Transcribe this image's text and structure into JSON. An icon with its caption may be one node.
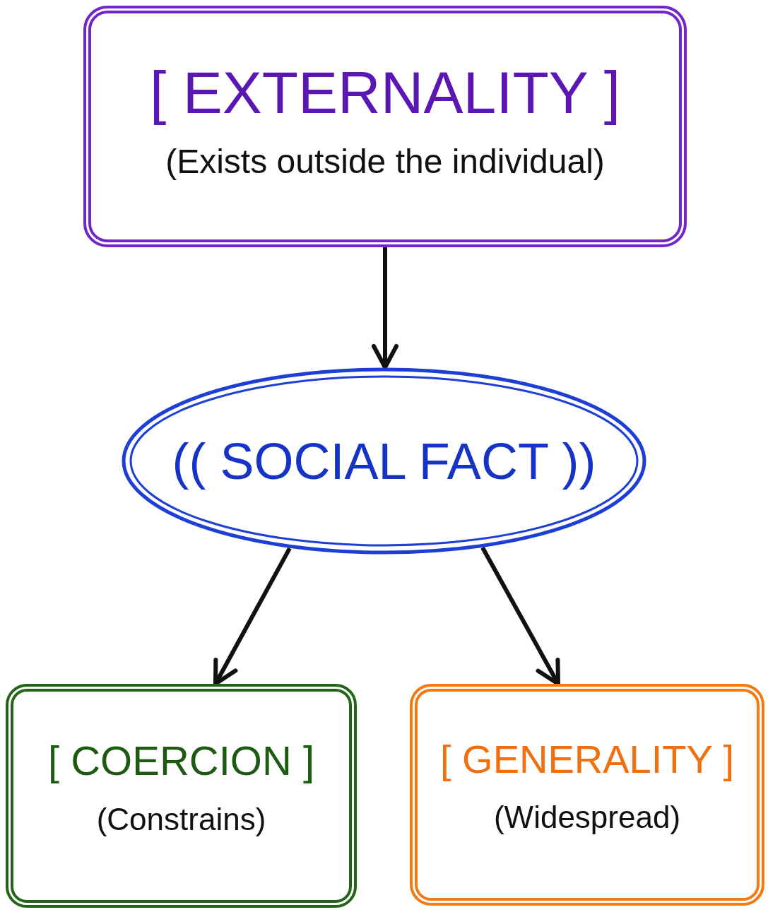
{
  "diagram": {
    "nodes": [
      {
        "text": [
          "[ EXTERNALITY ]",
          "(Exists outside the individual)"
        ]
      },
      {
        "text": [
          "(( SOCIAL FACT ))"
        ]
      },
      {
        "text": [
          "[ COERCION ]",
          "(Constrains)"
        ]
      },
      {
        "text": [
          "[ GENERALITY ]",
          "(Widespread)"
        ]
      }
    ],
    "edges": [
      {
        "from": 0,
        "to": 1,
        "arrow": "to"
      },
      {
        "from": 1,
        "to": 2,
        "arrow": "to"
      },
      {
        "from": 1,
        "to": 3,
        "arrow": "to"
      }
    ]
  }
}
